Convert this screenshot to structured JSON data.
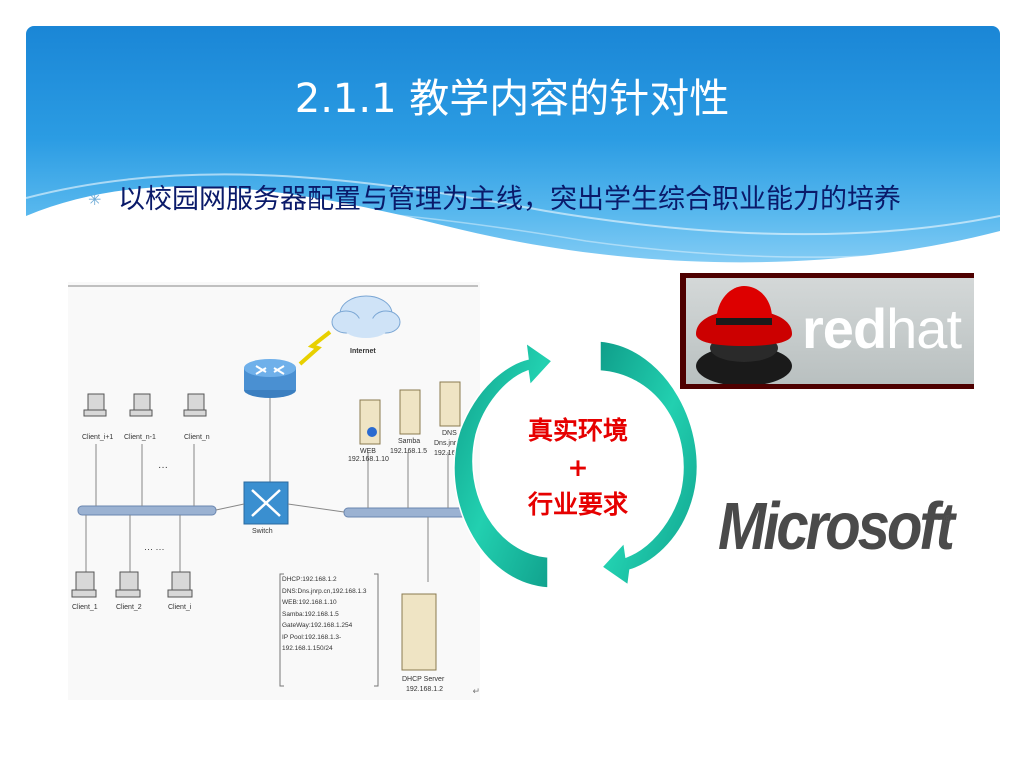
{
  "slide": {
    "title": "2.1.1 教学内容的针对性",
    "bullet_text": "以校园网服务器配置与管理为主线，突出学生综合职业能力的培养"
  },
  "cycle": {
    "line1": "真实环境",
    "line2": "+",
    "line3": "行业要求",
    "text_color": "#e60000",
    "arrow_color": "#1bc4a4"
  },
  "network_diagram": {
    "internet_label": "Internet",
    "switch_label": "Switch",
    "clients_top": [
      "Client_i+1",
      "Client_n-1",
      "Client_n"
    ],
    "clients_bottom": [
      "Client_1",
      "Client_2",
      "Client_i"
    ],
    "ellipsis_top": "···",
    "ellipsis_bottom": "··· ···",
    "servers": [
      {
        "name": "WEB",
        "ip": "192.168.1.10"
      },
      {
        "name": "Samba",
        "ip": "192.168.1.5"
      },
      {
        "name": "DNS",
        "sub": "Dns.jnrp.cn",
        "ip": "192.168.1.3"
      }
    ],
    "dhcp_server": {
      "name": "DHCP Server",
      "ip": "192.168.1.2"
    },
    "config_lines": [
      "DHCP:192.168.1.2",
      "DNS:Dns.jnrp.cn,192.168.1.3",
      "WEB:192.168.1.10",
      "Samba:192.168.1.5",
      "GateWay:192.168.1.254",
      "IP Pool:192.168.1.3-",
      "192.168.1.150/24"
    ]
  },
  "logos": {
    "redhat_bold": "red",
    "redhat_light": "hat",
    "microsoft": "Microsoft",
    "microsoft_mark": "®"
  }
}
